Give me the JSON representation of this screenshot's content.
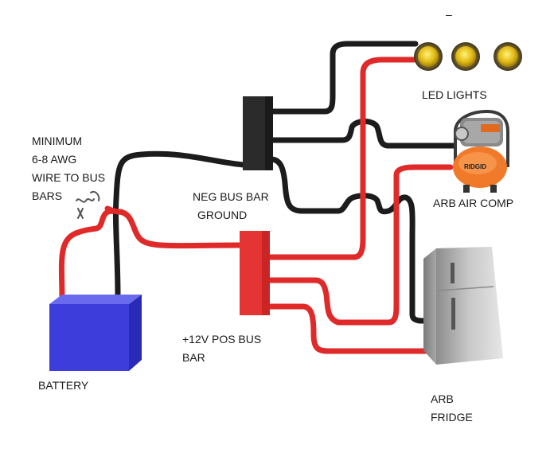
{
  "labels": {
    "minimum_wire": [
      "MINIMUM",
      "6-8 AWG",
      "WIRE TO BUS",
      "BARS"
    ],
    "neg_bus_bar": [
      "NEG BUS BAR",
      "GROUND"
    ],
    "pos_bus_bar": [
      "+12V POS BUS",
      "BAR"
    ],
    "battery": "BATTERY",
    "led_lights": "LED LIGHTS",
    "air_compressor": "ARB AIR COMP",
    "fridge": [
      "ARB",
      "FRIDGE"
    ],
    "compressor_brand": "RIDGID",
    "top_mark": "–"
  },
  "colors": {
    "positive_wire": "#e02a2a",
    "negative_wire": "#1c1c1c",
    "battery": "#3d3ddb",
    "neg_bus_bar": "#2b2b2b",
    "pos_bus_bar": "#e03030",
    "compressor": "#f07a2a",
    "fridge": "#b9b9b9",
    "led_lens": "#e6c21a"
  }
}
